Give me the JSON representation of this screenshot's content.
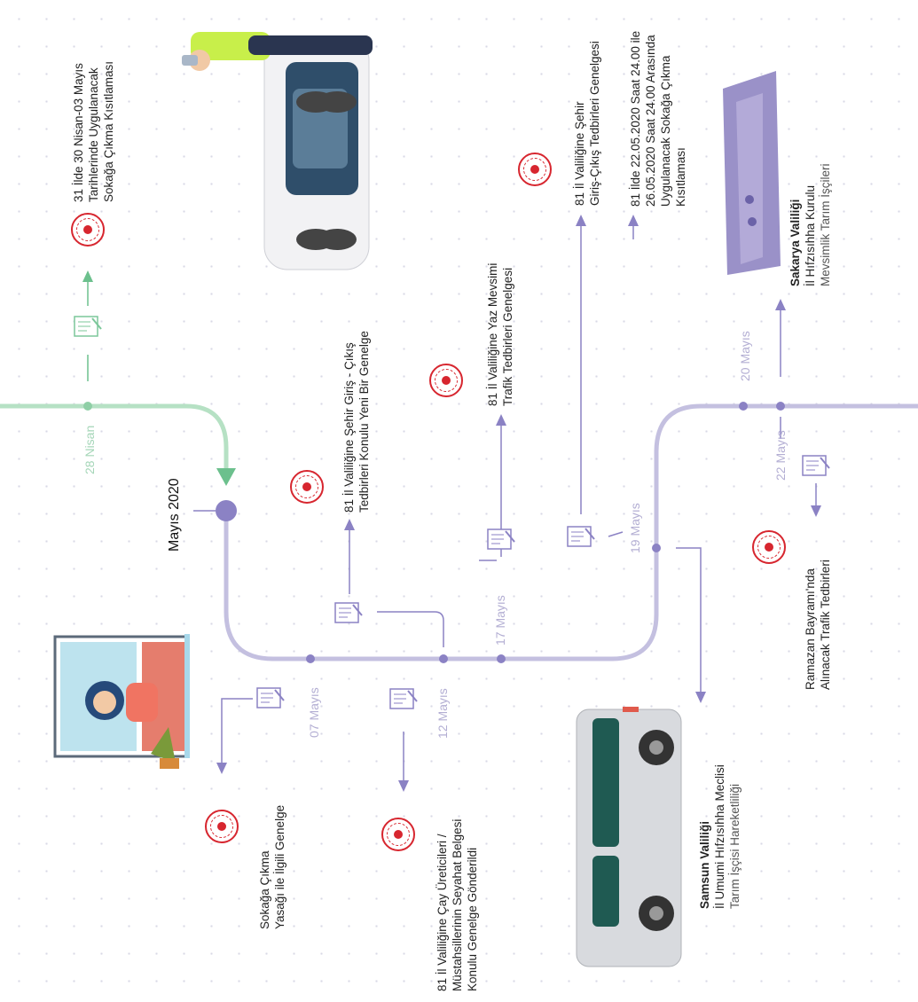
{
  "title": "Mayıs 2020",
  "dates": {
    "nisan28": "28 Nisan",
    "mayis07": "07 Mayıs",
    "mayis12": "12 Mayıs",
    "mayis17": "17 Mayıs",
    "mayis19": "19 Mayıs",
    "mayis20": "20 Mayıs",
    "mayis22": "22 Mayıs"
  },
  "events": {
    "e1": [
      "31 İlde 30 Nisan-03 Mayıs",
      "Tarihlerinde Uygulanacak",
      "Sokağa Çıkma Kısıtlaması"
    ],
    "e2": [
      "81 İl Valiliğine Şehir Giriş - Çıkış",
      "Tedbirleri Konulu Yeni Bir Genelge"
    ],
    "e3": [
      "81 İl Valiliğine Yaz Mevsimi",
      "Trafik Tedbirleri Genelgesi"
    ],
    "e4": [
      "81 İl Valiliğine Şehir",
      "Giriş-Çıkış Tedbirleri Genelgesi"
    ],
    "e5": [
      "81 İlde 22.05.2020 Saat 24.00 ile",
      "26.05.2020 Saat 24.00 Arasında",
      "Uygulanacak Sokağa Çıkma",
      "Kısıtlaması"
    ],
    "e6": [
      "Sokağa Çıkma",
      "Yasağı ile İlgili Genelge"
    ],
    "e7": [
      "81 İl Valiliğine Çay Üreticileri /",
      "Müstahsillerinin Seyahat Belgesi",
      "Konulu Genelge Gönderildi"
    ],
    "e8": [
      "Ramazan Bayramı'nda",
      "Alınacak Trafik Tedbirleri"
    ]
  },
  "sakarya": {
    "name": "Sakarya Valiliği",
    "body": "İl Hıfzısıhha Kurulu",
    "topic": "Mevsimlik Tarım İşçileri"
  },
  "samsun": {
    "name": "Samsun Valiliği",
    "body": "İl Umumi Hıfzısıhha Meclisi",
    "topic": "Tarım İşçisi Hareketliliği"
  },
  "icons": {
    "seal": "government-seal-icon",
    "document": "document-pen-icon"
  },
  "colors": {
    "purple": "#b3aed3",
    "green": "#a5d6b8",
    "seal_red": "#d7262f",
    "accent_green": "#6cc08d"
  }
}
